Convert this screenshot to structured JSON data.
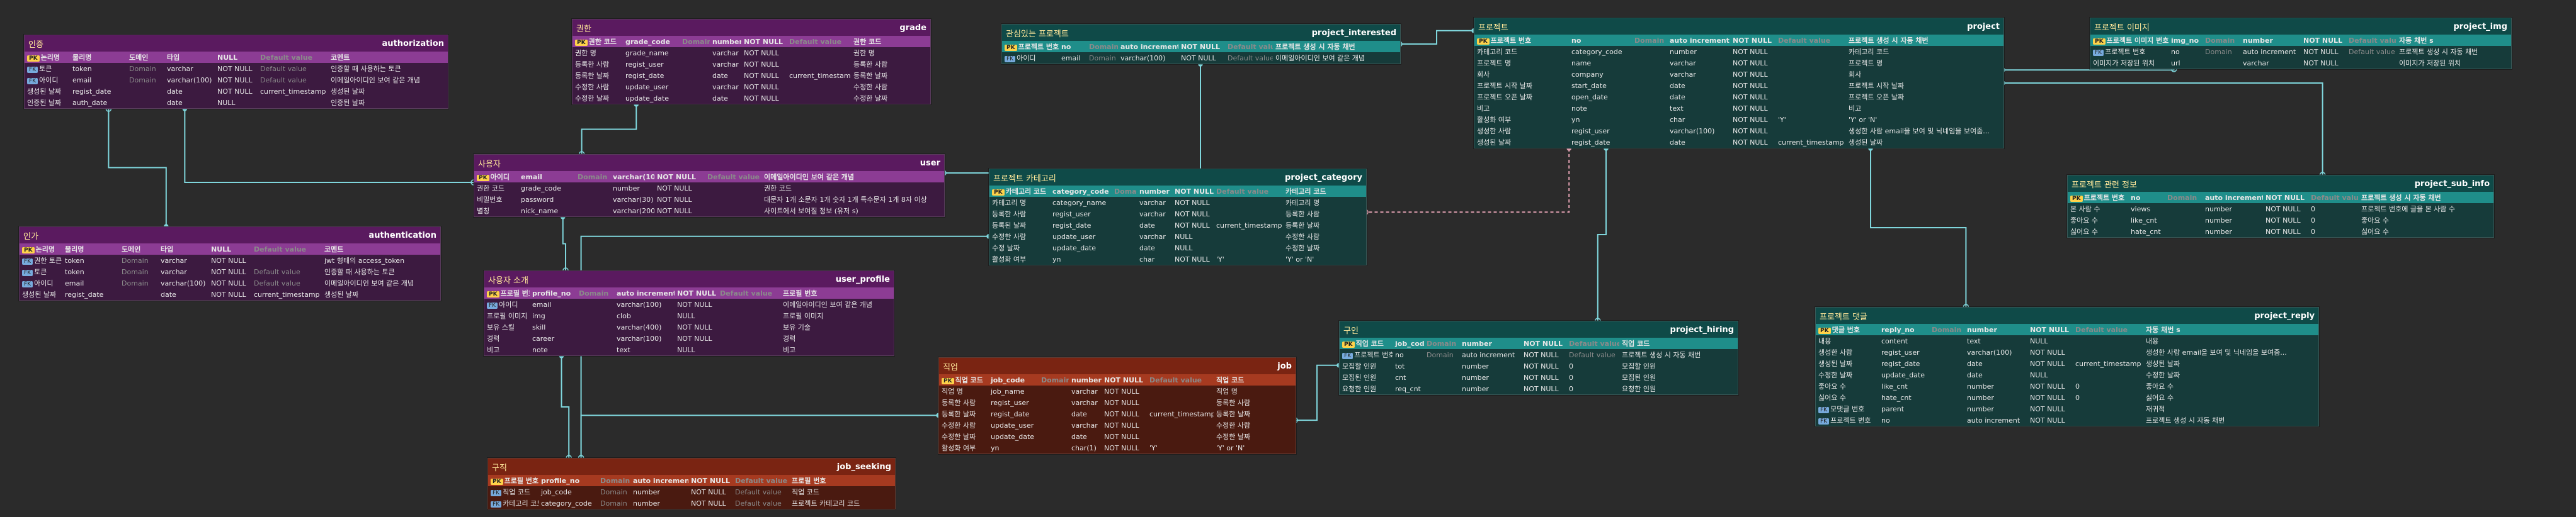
{
  "tables": [
    {
      "id": "authorization",
      "logical": "인증",
      "physical": "authorization",
      "theme": "purple",
      "header": [
        "논리명",
        "물리명",
        "도메인",
        "타입",
        "NULL",
        "Default value",
        "코멘트"
      ],
      "rows": [
        [
          "토큰",
          "token",
          "Domain",
          "varchar",
          "NOT NULL",
          "Default value",
          "인증할 때 사용하는 토큰"
        ],
        [
          "아이디",
          "email",
          "Domain",
          "varchar(100)",
          "NOT NULL",
          "Default value",
          "이메일아이디인 보여 같은 개념"
        ],
        [
          "생성된 날짜",
          "regist_date",
          "",
          "date",
          "NOT NULL",
          "current_timestamp",
          "생성된 날짜"
        ],
        [
          "인증된 날짜",
          "auth_date",
          "",
          "date",
          "NULL",
          "",
          "인증된 날짜"
        ]
      ],
      "key": [
        1,
        1,
        0,
        0
      ]
    },
    {
      "id": "authentication",
      "logical": "인가",
      "physical": "authentication",
      "theme": "purple",
      "header": [
        "논리명",
        "물리명",
        "도메인",
        "타입",
        "NULL",
        "Default value",
        "코멘트"
      ],
      "rows": [
        [
          "권한 토큰",
          "token",
          "Domain",
          "varchar",
          "NOT NULL",
          "",
          "jwt 형태의 access_token"
        ],
        [
          "토큰",
          "token",
          "Domain",
          "varchar",
          "NOT NULL",
          "Default value",
          "인증할 때 사용하는 토큰"
        ],
        [
          "아이디",
          "email",
          "Domain",
          "varchar(100)",
          "NOT NULL",
          "Default value",
          "이메일아이디인 보여 같은 개념"
        ],
        [
          "생성된 날짜",
          "regist_date",
          "",
          "date",
          "NOT NULL",
          "current_timestamp",
          "생성된 날짜"
        ]
      ],
      "key": [
        1,
        1,
        1,
        0
      ]
    },
    {
      "id": "grade",
      "logical": "권한",
      "physical": "grade",
      "theme": "purple",
      "header": [
        "권한 코드",
        "grade_code",
        "Domain",
        "number",
        "NOT NULL",
        "Default value",
        "권한 코드"
      ],
      "rows": [
        [
          "권한 명",
          "grade_name",
          "",
          "varchar",
          "NOT NULL",
          "",
          "권한 명"
        ],
        [
          "등록한 사람",
          "regist_user",
          "",
          "varchar",
          "NOT NULL",
          "",
          "등록한 사람"
        ],
        [
          "등록한 날짜",
          "regist_date",
          "",
          "date",
          "NOT NULL",
          "current_timestamp",
          "등록한 날짜"
        ],
        [
          "수정한 사람",
          "update_user",
          "",
          "varchar",
          "NOT NULL",
          "",
          "수정한 사람"
        ],
        [
          "수정한 날짜",
          "update_date",
          "",
          "date",
          "NOT NULL",
          "",
          "수정한 날짜"
        ]
      ],
      "key": [
        0,
        0,
        0,
        0,
        0
      ]
    },
    {
      "id": "user",
      "logical": "사용자",
      "physical": "user",
      "theme": "purple",
      "header": [
        "아이디",
        "email",
        "Domain",
        "varchar(100)",
        "NOT NULL",
        "Default value",
        "이메일아이디인 보여 같은 개념"
      ],
      "rows": [
        [
          "권한 코드",
          "grade_code",
          "",
          "number",
          "NOT NULL",
          "",
          "권한 코드"
        ],
        [
          "비밀번호",
          "password",
          "",
          "varchar(30)",
          "NOT NULL",
          "",
          "대문자 1개 소문자 1개 숫자 1개 특수문자 1개 8자 이상"
        ],
        [
          "별칭",
          "nick_name",
          "",
          "varchar(200)",
          "NOT NULL",
          "",
          "사이트에서 보여질 정보 (유저 s)"
        ]
      ],
      "key": [
        0,
        0,
        0
      ]
    },
    {
      "id": "user_profile",
      "logical": "사용자 소개",
      "physical": "user_profile",
      "theme": "purple",
      "header": [
        "프로필 번호",
        "profile_no",
        "Domain",
        "auto increment",
        "NOT NULL",
        "Default value",
        "프로필 번호"
      ],
      "rows": [
        [
          "아이디",
          "email",
          "",
          "varchar(100)",
          "NOT NULL",
          "",
          "이메일아이디인 보여 같은 개념"
        ],
        [
          "프로필 이미지",
          "img",
          "",
          "clob",
          "NULL",
          "",
          "프로필 이미지"
        ],
        [
          "보유 스킬",
          "skill",
          "",
          "varchar(400)",
          "NOT NULL",
          "",
          "보유 기술"
        ],
        [
          "경력",
          "career",
          "",
          "varchar(100)",
          "NOT NULL",
          "",
          "경력"
        ],
        [
          "비고",
          "note",
          "",
          "text",
          "NULL",
          "",
          "비고"
        ]
      ],
      "key": [
        1,
        0,
        0,
        0,
        0
      ]
    },
    {
      "id": "job_seeking",
      "logical": "구직",
      "physical": "job_seeking",
      "theme": "red",
      "header": [
        "프로필 번호",
        "profile_no",
        "Domain",
        "auto increment",
        "NOT NULL",
        "Default value",
        "프로필 번호"
      ],
      "rows": [
        [
          "직업 코드",
          "job_code",
          "Domain",
          "number",
          "NOT NULL",
          "Default value",
          "직업 코드"
        ],
        [
          "카테고리 코드",
          "category_code",
          "Domain",
          "number",
          "NOT NULL",
          "Default value",
          "프로젝트 카테고리 코드"
        ]
      ],
      "key": [
        1,
        1
      ]
    },
    {
      "id": "job",
      "logical": "직업",
      "physical": "job",
      "theme": "red",
      "header": [
        "직업 코드",
        "job_code",
        "Domain",
        "number",
        "NOT NULL",
        "Default value",
        "직업 코드"
      ],
      "rows": [
        [
          "직업 명",
          "job_name",
          "",
          "varchar",
          "NOT NULL",
          "",
          "직업 명"
        ],
        [
          "등록한 사람",
          "regist_user",
          "",
          "varchar",
          "NOT NULL",
          "",
          "등록한 사람"
        ],
        [
          "등록한 날짜",
          "regist_date",
          "",
          "date",
          "NOT NULL",
          "current_timestamp",
          "등록한 날짜"
        ],
        [
          "수정한 사람",
          "update_user",
          "",
          "varchar",
          "NOT NULL",
          "",
          "수정한 사람"
        ],
        [
          "수정한 날짜",
          "update_date",
          "",
          "date",
          "NOT NULL",
          "",
          "수정한 날짜"
        ],
        [
          "활성화 여부",
          "yn",
          "",
          "char(1)",
          "NOT NULL",
          "'Y'",
          "'Y' or 'N'"
        ]
      ],
      "key": [
        0,
        0,
        0,
        0,
        0,
        0
      ]
    },
    {
      "id": "project_interested",
      "logical": "관심있는 프로젝트",
      "physical": "project_interested",
      "theme": "teal",
      "header": [
        "프로젝트 번호",
        "no",
        "Domain",
        "auto increment",
        "NOT NULL",
        "Default value",
        "프로젝트 생성 시 자동 채번"
      ],
      "rows": [
        [
          "아이디",
          "email",
          "Domain",
          "varchar(100)",
          "NOT NULL",
          "Default value",
          "이메일아이디인 보여 같은 개념"
        ]
      ],
      "key": [
        1
      ]
    },
    {
      "id": "project_category",
      "logical": "프로젝트 카테고리",
      "physical": "project_category",
      "theme": "teal",
      "header": [
        "카테고리 코드",
        "category_code",
        "Domain",
        "number",
        "NOT NULL",
        "Default value",
        "카테고리 코드"
      ],
      "rows": [
        [
          "카테고리 명",
          "category_name",
          "",
          "varchar",
          "NOT NULL",
          "",
          "카테고리 명"
        ],
        [
          "등록한 사람",
          "regist_user",
          "",
          "varchar",
          "NOT NULL",
          "",
          "등록한 사람"
        ],
        [
          "등록된 날짜",
          "regist_date",
          "",
          "date",
          "NOT NULL",
          "current_timestamp",
          "등록한 날짜"
        ],
        [
          "수정한 사람",
          "update_user",
          "",
          "varchar",
          "NULL",
          "",
          "수정한 사람"
        ],
        [
          "수정 날짜",
          "update_date",
          "",
          "date",
          "NULL",
          "",
          "수정한 날짜"
        ],
        [
          "활성화 여부",
          "yn",
          "",
          "char",
          "NOT NULL",
          "'Y'",
          "'Y' or 'N'"
        ]
      ],
      "key": [
        0,
        0,
        0,
        0,
        0,
        0
      ]
    },
    {
      "id": "project",
      "logical": "프로젝트",
      "physical": "project",
      "theme": "teal",
      "header": [
        "프로젝트 번호",
        "no",
        "Domain",
        "auto increment",
        "NOT NULL",
        "Default value",
        "프로젝트 생성 시 자동 채번"
      ],
      "rows": [
        [
          "카테고리 코드",
          "category_code",
          "",
          "number",
          "NOT NULL",
          "",
          "카테고리 코드"
        ],
        [
          "프로젝트 명",
          "name",
          "",
          "varchar",
          "NOT NULL",
          "",
          "프로젝트 명"
        ],
        [
          "회사",
          "company",
          "",
          "varchar",
          "NOT NULL",
          "",
          "회사"
        ],
        [
          "프로젝트 시작 날짜",
          "start_date",
          "",
          "date",
          "NOT NULL",
          "",
          "프로젝트 시작 날짜"
        ],
        [
          "프로젝트 오픈 날짜",
          "open_date",
          "",
          "date",
          "NOT NULL",
          "",
          "프로젝트 오픈 날짜"
        ],
        [
          "비고",
          "note",
          "",
          "text",
          "NOT NULL",
          "",
          "비고"
        ],
        [
          "활성화 여부",
          "yn",
          "",
          "char",
          "NOT NULL",
          "'Y'",
          "'Y' or 'N'"
        ],
        [
          "생성한 사람",
          "regist_user",
          "",
          "varchar(100)",
          "NOT NULL",
          "",
          "생성한 사람 email을 보여 및 닉네임을 보여줌..."
        ],
        [
          "생성된 날짜",
          "regist_date",
          "",
          "date",
          "NOT NULL",
          "current_timestamp",
          "생성된 날짜"
        ]
      ],
      "key": [
        0,
        0,
        0,
        0,
        0,
        0,
        0,
        0,
        0
      ]
    },
    {
      "id": "project_hiring",
      "logical": "구인",
      "physical": "project_hiring",
      "theme": "teal",
      "header": [
        "직업 코드",
        "job_code",
        "Domain",
        "number",
        "NOT NULL",
        "Default value",
        "직업 코드"
      ],
      "rows": [
        [
          "프로젝트 번호",
          "no",
          "Domain",
          "auto increment",
          "NOT NULL",
          "Default value",
          "프로젝트 생성 시 자동 채번"
        ],
        [
          "모집할 인원",
          "tot",
          "",
          "number",
          "NOT NULL",
          "0",
          "모집할 인원"
        ],
        [
          "모집된 인원",
          "cnt",
          "",
          "number",
          "NOT NULL",
          "0",
          "모집된 인원"
        ],
        [
          "요청한 인원",
          "req_cnt",
          "",
          "number",
          "NOT NULL",
          "0",
          "요청한 인원"
        ]
      ],
      "key": [
        1,
        0,
        0,
        0
      ]
    },
    {
      "id": "project_img",
      "logical": "프로젝트 이미지",
      "physical": "project_img",
      "theme": "teal",
      "header": [
        "프로젝트 이미지 번호",
        "img_no",
        "Domain",
        "number",
        "NOT NULL",
        "Default value",
        "자동 채번 s"
      ],
      "rows": [
        [
          "프로젝트 번호",
          "no",
          "Domain",
          "auto increment",
          "NOT NULL",
          "Default value",
          "프로젝트 생성 시 자동 채번"
        ],
        [
          "이미지가 저장된 위치",
          "url",
          "",
          "varchar",
          "NOT NULL",
          "",
          "이미지가 저장된 위치"
        ]
      ],
      "key": [
        1,
        0
      ]
    },
    {
      "id": "project_sub_info",
      "logical": "프로젝트 관련 정보",
      "physical": "project_sub_info",
      "theme": "teal",
      "header": [
        "프로젝트 번호",
        "no",
        "Domain",
        "auto increment",
        "NOT NULL",
        "Default value",
        "프로젝트 생성 시 자동 채번"
      ],
      "rows": [
        [
          "본 사람 수",
          "views",
          "",
          "number",
          "NOT NULL",
          "0",
          "프로젝트 번호에 글을 본 사람 수"
        ],
        [
          "좋아요 수",
          "like_cnt",
          "",
          "number",
          "NOT NULL",
          "0",
          "좋아요 수"
        ],
        [
          "싫어요 수",
          "hate_cnt",
          "",
          "number",
          "NOT NULL",
          "0",
          "싫어요 수"
        ]
      ],
      "key": [
        0,
        0,
        0
      ]
    },
    {
      "id": "project_reply",
      "logical": "프로젝트 댓글",
      "physical": "project_reply",
      "theme": "teal",
      "header": [
        "댓글 번호",
        "reply_no",
        "Domain",
        "number",
        "NOT NULL",
        "Default value",
        "자동 채번 s"
      ],
      "rows": [
        [
          "내용",
          "content",
          "",
          "text",
          "NULL",
          "",
          "내용"
        ],
        [
          "생성한 사람",
          "regist_user",
          "",
          "varchar(100)",
          "NOT NULL",
          "",
          "생성한 사람 email을 보여 및 닉네임을 보여줌..."
        ],
        [
          "생성된 날짜",
          "regist_date",
          "",
          "date",
          "NOT NULL",
          "current_timestamp",
          "생성된 날짜"
        ],
        [
          "수정한 날짜",
          "update_date",
          "",
          "date",
          "NULL",
          "",
          "수정한 날짜"
        ],
        [
          "좋아요 수",
          "like_cnt",
          "",
          "number",
          "NOT NULL",
          "0",
          "좋아요 수"
        ],
        [
          "싫어요 수",
          "hate_cnt",
          "",
          "number",
          "NOT NULL",
          "0",
          "싫어요 수"
        ],
        [
          "모댓글 번호",
          "parent",
          "",
          "number",
          "NOT NULL",
          "",
          "재귀적"
        ],
        [
          "프로젝트 번호",
          "no",
          "",
          "auto increment",
          "NOT NULL",
          "",
          "프로젝트 생성 시 자동 채번"
        ]
      ],
      "key": [
        0,
        0,
        0,
        0,
        0,
        0,
        1,
        1
      ]
    }
  ],
  "colors": {
    "purple": {
      "header": "#5a1a5f",
      "body": "#3c1a40",
      "row": "#6a2d72",
      "accent": "#8c3c94"
    },
    "red": {
      "header": "#7a2412",
      "body": "#4a1a10",
      "row": "#8c2e1a",
      "accent": "#a63a20"
    },
    "teal": {
      "header": "#0f4a48",
      "body": "#163b3a",
      "row": "#1a5a58",
      "accent": "#1f8e8a"
    },
    "link": "#7fd6dc",
    "dashed": "#e0a0b0"
  }
}
